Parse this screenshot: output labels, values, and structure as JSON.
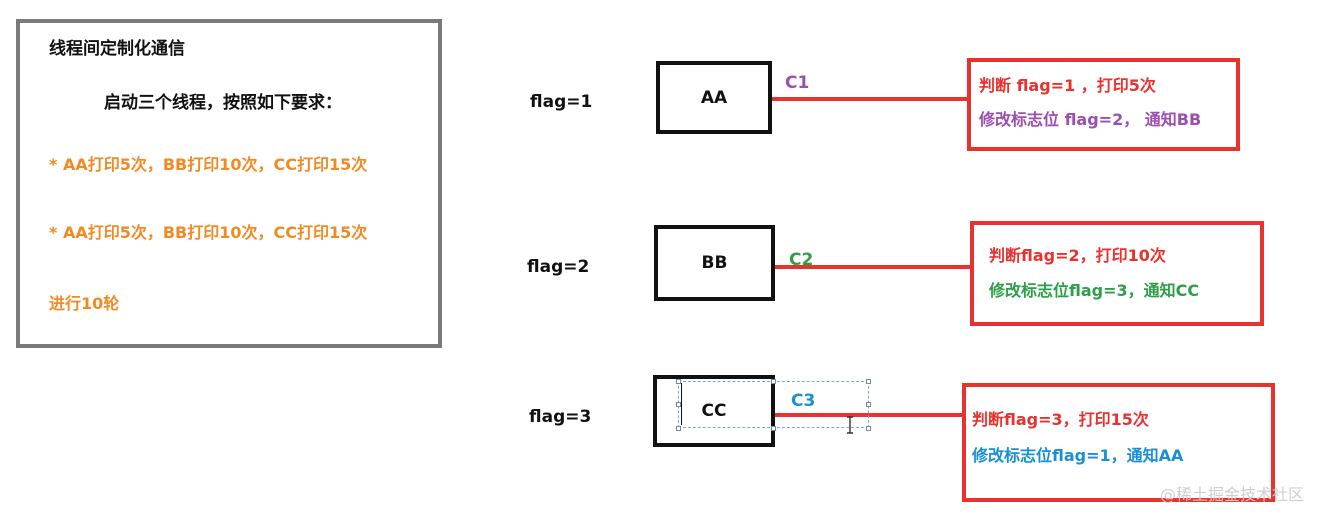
{
  "left_panel": {
    "title": "线程间定制化通信",
    "subtitle": "启动三个线程，按照如下要求：",
    "line1": "* AA打印5次，BB打印10次，CC打印15次",
    "line2": "* AA打印5次，BB打印10次，CC打印15次",
    "line3": "进行10轮"
  },
  "rows": [
    {
      "flag": "flag=1",
      "thread": "AA",
      "condition": "C1",
      "note_line1": "判断 flag=1 ，打印5次",
      "note_line2": "修改标志位 flag=2， 通知BB"
    },
    {
      "flag": "flag=2",
      "thread": "BB",
      "condition": "C2",
      "note_line1": "判断flag=2，打印10次",
      "note_line2": "修改标志位flag=3，通知CC"
    },
    {
      "flag": "flag=3",
      "thread": "CC",
      "condition": "C3",
      "note_line1": "判断flag=3，打印15次",
      "note_line2": "修改标志位flag=1，通知AA"
    }
  ],
  "watermark": "@稀土掘金技术社区",
  "colors": {
    "red": "#e8322d",
    "orange": "#f08a24",
    "purple": "#9b4fb0",
    "green": "#2e9e48",
    "blue": "#1a8fd6",
    "gray_border": "#7a7a7a"
  }
}
